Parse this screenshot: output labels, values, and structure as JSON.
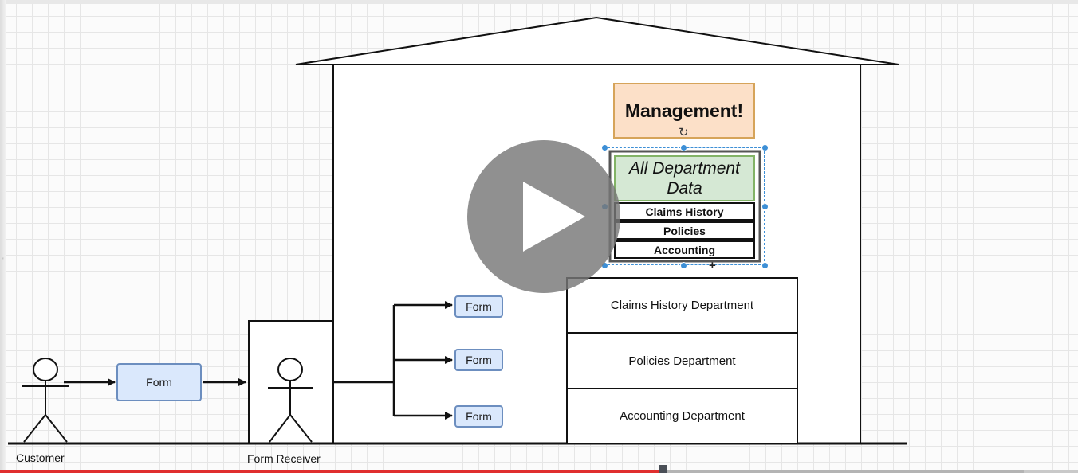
{
  "diagram": {
    "customer_label": "Customer",
    "form_receiver_label": "Form Receiver",
    "form_chip_label": "Form",
    "routed_forms": [
      "Form",
      "Form",
      "Form"
    ],
    "departments": [
      "Claims History Department",
      "Policies Department",
      "Accounting Department"
    ],
    "management_label": "Management!",
    "all_data_label": "All Department Data",
    "data_rows": [
      "Claims History",
      "Policies",
      "Accounting"
    ]
  },
  "player": {
    "play_icon": "play-icon",
    "progress_fraction": 0.615,
    "buffer_fraction": 0.95
  },
  "colors": {
    "form_fill": "#dae8fc",
    "form_border": "#6c8ebf",
    "management_fill": "#fce0c8",
    "management_border": "#d6a45a",
    "all_data_fill": "#d5e8d4",
    "all_data_border": "#82b366",
    "selection": "#3d8fd6",
    "progress": "#e02f2f"
  }
}
